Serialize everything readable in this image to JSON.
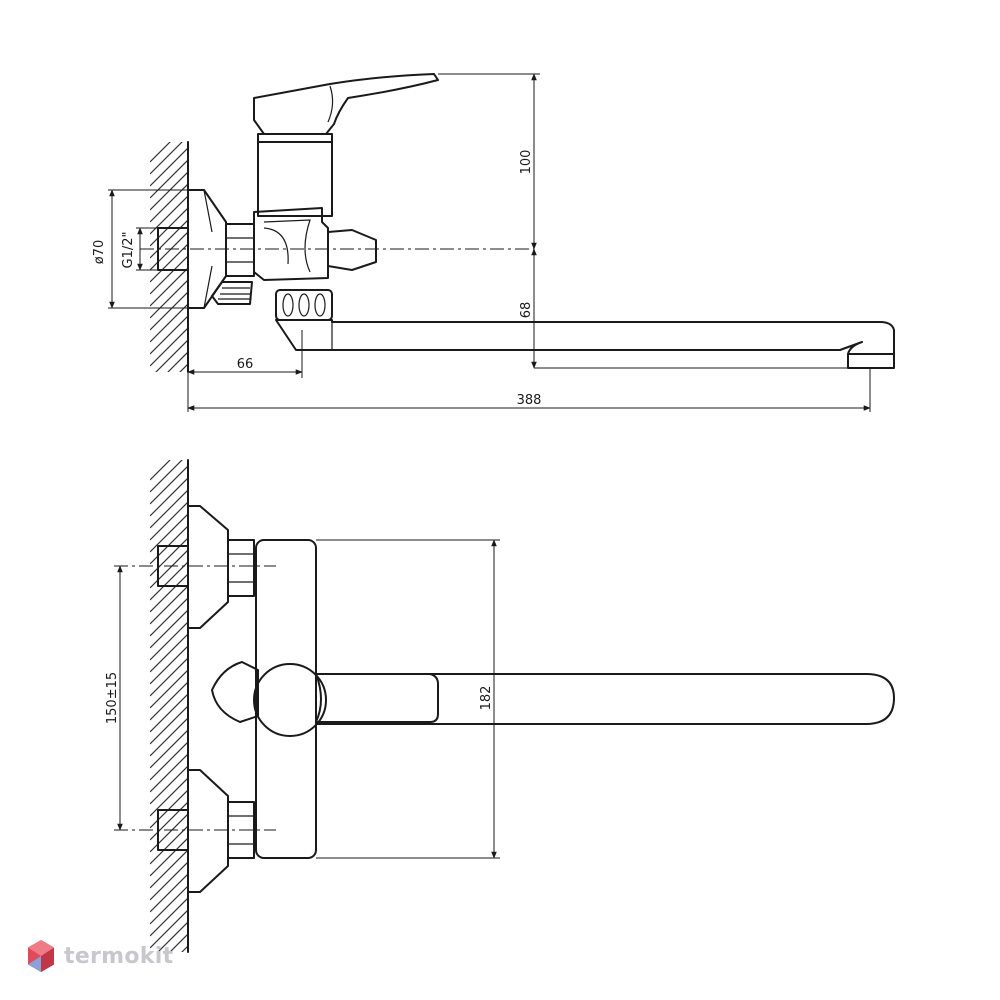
{
  "dimensions": {
    "height_total": "100",
    "height_spout": "68",
    "flange_diameter": "ø70",
    "thread": "G1/2\"",
    "wall_offset": "66",
    "total_length": "388",
    "inlet_spacing": "150±15",
    "body_height": "182"
  },
  "watermark": {
    "brand": "termokit",
    "icon": "hexagon-logo-icon",
    "colors": {
      "primary": "#e04a5a",
      "secondary": "#8aa0d8"
    }
  }
}
